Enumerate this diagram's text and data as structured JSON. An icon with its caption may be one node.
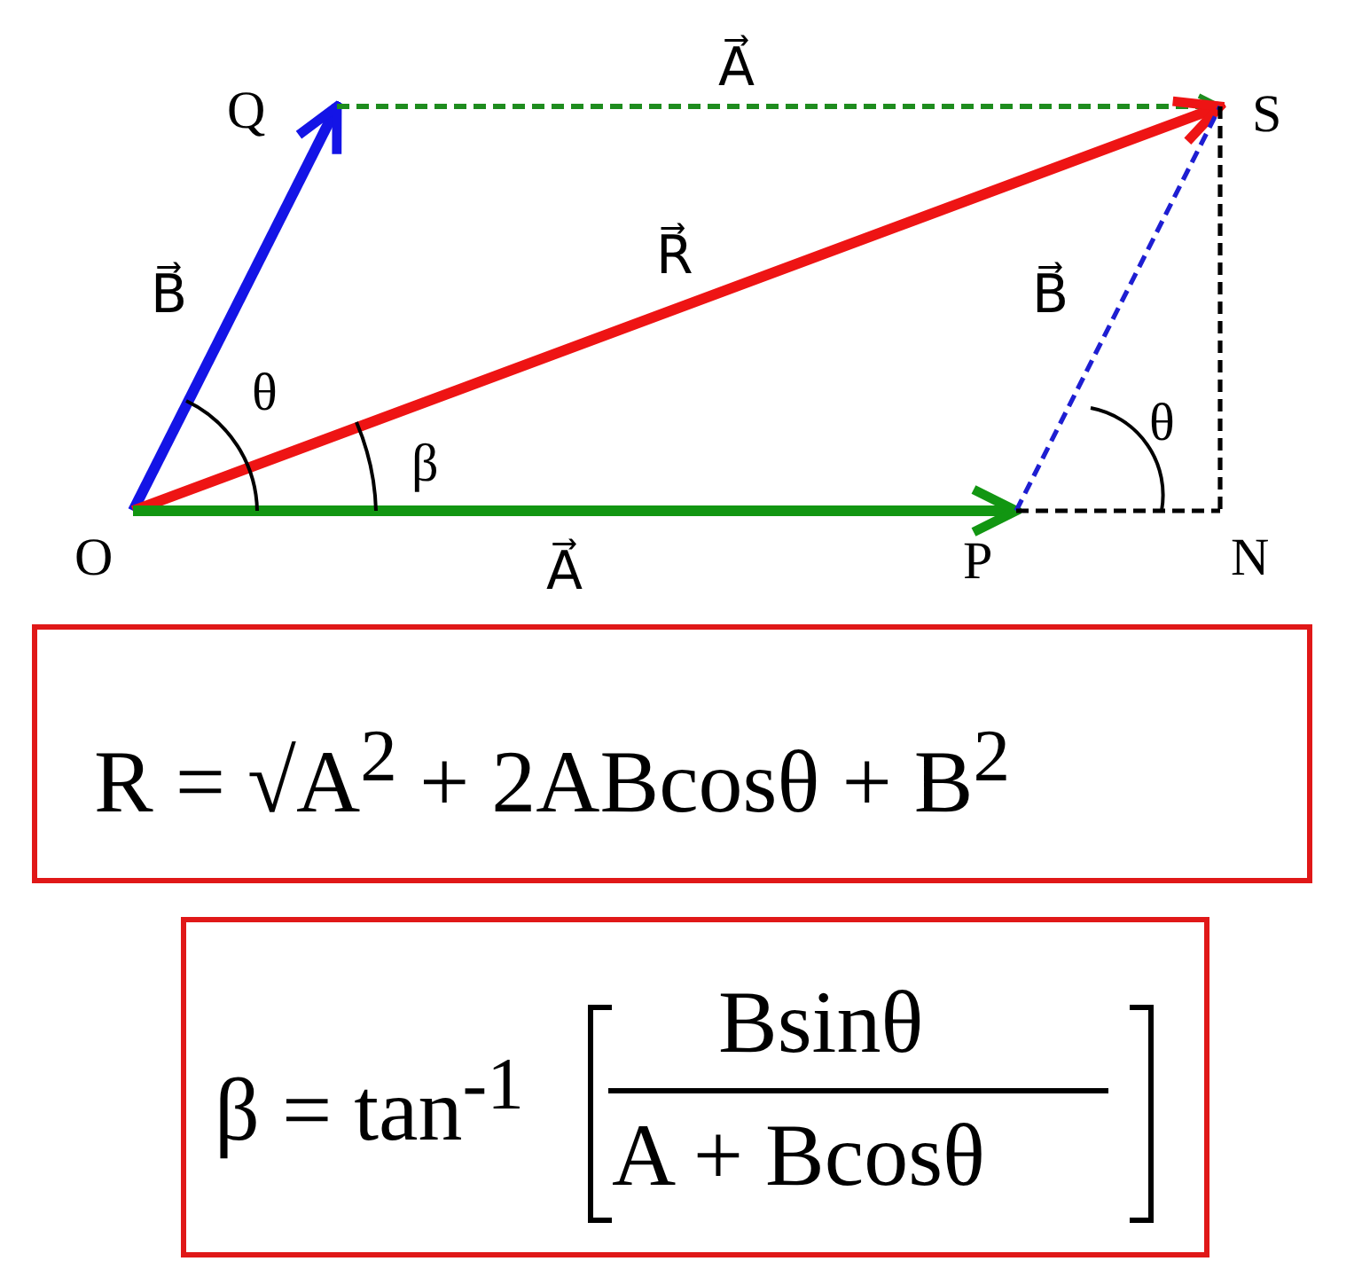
{
  "diagram": {
    "nodes": [
      {
        "text": [
          "Q"
        ]
      },
      {
        "text": [
          "S"
        ]
      },
      {
        "text": [
          "O"
        ]
      },
      {
        "text": [
          "P"
        ]
      },
      {
        "text": [
          "N"
        ]
      },
      {
        "text": [
          "R = √A$^{2}$ + 2ABcosθ + B$^{2}$"
        ]
      },
      {
        "text": [
          "β = tan$^{-1}$",
          "Bsinθ",
          "A + Bcosθ"
        ]
      }
    ],
    "edges": [
      {
        "from": 2,
        "to": 0,
        "arrow": "to",
        "label": "B⃗",
        "style": "thick",
        "color": "#1414e6"
      },
      {
        "from": 0,
        "to": 1,
        "arrow": "to",
        "label": "A⃗",
        "style": "dashed",
        "color": "#1e8c1e"
      },
      {
        "from": 2,
        "to": 1,
        "arrow": "to",
        "label": "R⃗",
        "style": "thick",
        "color": "#ee1414"
      },
      {
        "from": 2,
        "to": 3,
        "arrow": "to",
        "label": "A⃗",
        "style": "thick",
        "color": "#129612"
      },
      {
        "from": 3,
        "to": 1,
        "arrow": "none",
        "label": "B⃗",
        "style": "dashed",
        "color": "#1e1ed2"
      },
      {
        "from": 1,
        "to": 4,
        "arrow": "none",
        "style": "dashed"
      },
      {
        "from": 3,
        "to": 4,
        "arrow": "none",
        "style": "dashed"
      }
    ],
    "labels": [
      "θ",
      "θ",
      "β"
    ]
  }
}
